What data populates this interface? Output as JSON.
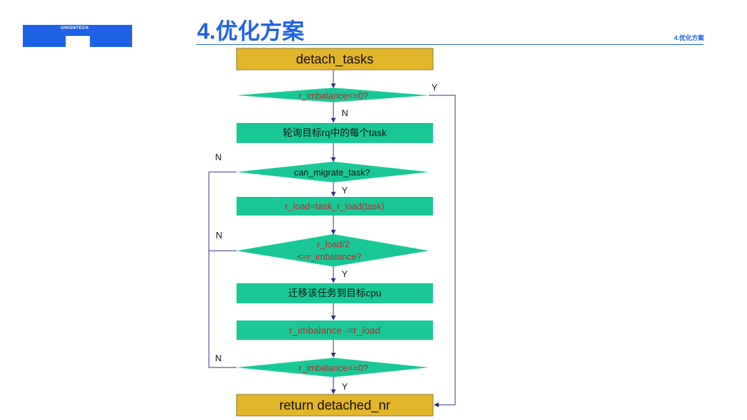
{
  "header": {
    "logo_text": "UNIONTECH",
    "title": "4.优化方案",
    "note": "4.优化方案"
  },
  "colors": {
    "brand_blue": "#1e62e6",
    "terminal_fill": "#e3b52a",
    "process_fill": "#19c896",
    "text_dark": "#111111",
    "text_red": "#c0262c",
    "arrow": "#2a2f7a"
  },
  "flowchart": {
    "nodes": [
      {
        "id": "detach",
        "type": "terminal",
        "text": "detach_tasks"
      },
      {
        "id": "d1",
        "type": "decision",
        "text": "r_imbalance<=0?"
      },
      {
        "id": "loop",
        "type": "process",
        "text": "轮询目标rq中的每个task"
      },
      {
        "id": "d2",
        "type": "decision",
        "text": "can_migrate_task?"
      },
      {
        "id": "p_load",
        "type": "process",
        "text": "r_load=task_r_load(task)"
      },
      {
        "id": "d3",
        "type": "decision",
        "text": "r_load/2",
        "text2": "<=r_imbalance?"
      },
      {
        "id": "migrate",
        "type": "process",
        "text": "迁移该任务到目标cpu"
      },
      {
        "id": "p_sub",
        "type": "process",
        "text": "r_imbalance -=r_load"
      },
      {
        "id": "d4",
        "type": "decision",
        "text": "r_imbalance<=0?"
      },
      {
        "id": "ret",
        "type": "terminal",
        "text": "return detached_nr"
      }
    ],
    "edge_labels": {
      "d1_yes": "Y",
      "d1_no": "N",
      "d2_yes": "Y",
      "d2_no": "N",
      "d3_yes": "Y",
      "d3_no": "N",
      "d4_yes": "Y",
      "d4_no": "N"
    }
  }
}
